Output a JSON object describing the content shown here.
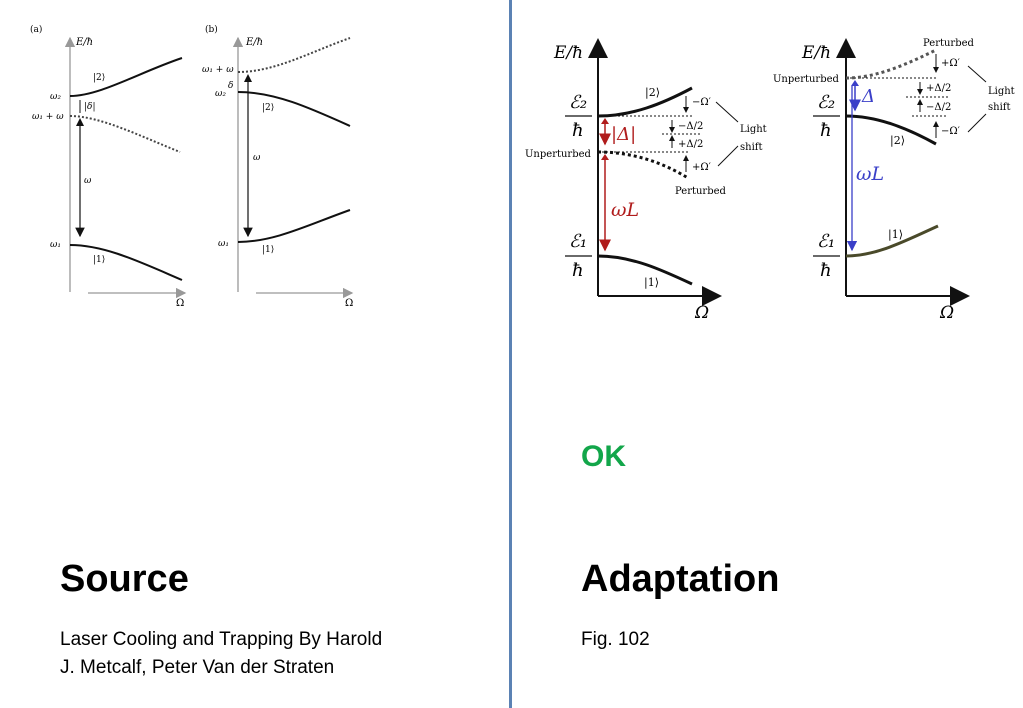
{
  "left": {
    "heading": "Source",
    "caption_line1": "Laser Cooling and Trapping By Harold",
    "caption_line2": "J. Metcalf, Peter Van der Straten",
    "figure": {
      "panel_a_label": "(a)",
      "panel_b_label": "(b)",
      "y_axis": "E/ħ",
      "x_axis": "Ω",
      "a_omega2": "ω₂",
      "a_omega1_plus": "ω₁ + ω",
      "a_omega1": "ω₁",
      "a_ket2": "|2⟩",
      "a_ket1": "|1⟩",
      "a_delta": "|δ|",
      "a_omega": "ω",
      "b_omega1_plus": "ω₁ + ω",
      "b_omega2": "ω₂",
      "b_omega1": "ω₁",
      "b_ket2": "|2⟩",
      "b_ket1": "|1⟩",
      "b_delta": "δ",
      "b_omega": "ω"
    }
  },
  "right": {
    "heading": "Adaptation",
    "caption": "Fig. 102",
    "status": "OK",
    "status_color": "#12a64a",
    "figure": {
      "y_axis": "E/ħ",
      "x_axis": "Ω",
      "a_e2_num": "ℰ₂",
      "a_e2_den": "ħ",
      "a_e1_num": "ℰ₁",
      "a_e1_den": "ħ",
      "a_ket2": "|2⟩",
      "a_ket1": "|1⟩",
      "a_delta": "|Δ|",
      "a_omegaL": "ωL",
      "a_unperturbed": "Unperturbed",
      "a_perturbed": "Perturbed",
      "a_minus_omega": "−Ω′",
      "a_minus_half": "−Δ/2",
      "a_plus_half": "+Δ/2",
      "a_plus_omega": "+Ω′",
      "a_light": "Light",
      "a_shift": "shift",
      "b_e2_num": "ℰ₂",
      "b_e2_den": "ħ",
      "b_e1_num": "ℰ₁",
      "b_e1_den": "ħ",
      "b_ket2": "|2⟩",
      "b_ket1": "|1⟩",
      "b_delta": "Δ",
      "b_omegaL": "ωL",
      "b_unperturbed": "Unperturbed",
      "b_perturbed": "Perturbed",
      "b_plus_omega": "+Ω′",
      "b_plus_half": "+Δ/2",
      "b_minus_half": "−Δ/2",
      "b_minus_omega": "−Ω′",
      "b_light": "Light",
      "b_shift": "shift",
      "accent_red": "#b01c1c",
      "accent_blue": "#3a3fc8",
      "olive": "#4a4a2a"
    }
  }
}
